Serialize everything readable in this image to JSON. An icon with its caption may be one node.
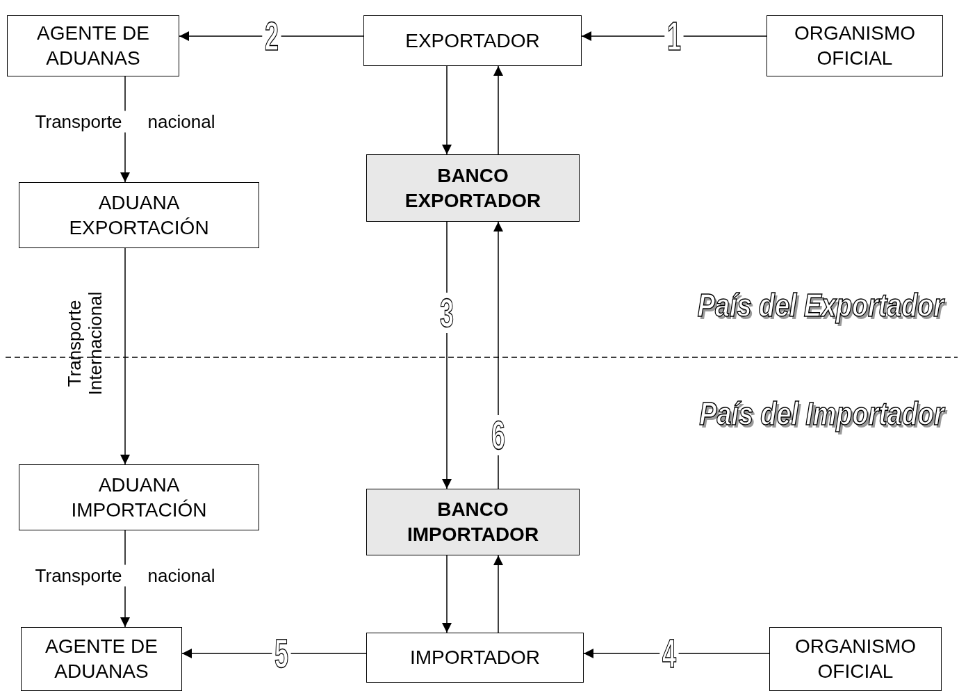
{
  "diagram": {
    "nodes": [
      {
        "text": [
          "AGENTE DE ADUANAS"
        ]
      },
      {
        "text": [
          "EXPORTADOR"
        ]
      },
      {
        "text": [
          "ORGANISMO OFICIAL"
        ]
      },
      {
        "text": [
          "ADUANA EXPORTACIÓN"
        ]
      },
      {
        "text": [
          "BANCO EXPORTADOR"
        ]
      },
      {
        "text": [
          "ADUANA IMPORTACIÓN"
        ]
      },
      {
        "text": [
          "BANCO IMPORTADOR"
        ]
      },
      {
        "text": [
          "AGENTE DE ADUANAS"
        ]
      },
      {
        "text": [
          "IMPORTADOR"
        ]
      },
      {
        "text": [
          "ORGANISMO OFICIAL"
        ]
      }
    ],
    "edges": [
      {
        "from": 2,
        "to": 1,
        "arrow": "to",
        "label": "1"
      },
      {
        "from": 1,
        "to": 0,
        "arrow": "to",
        "label": "2"
      },
      {
        "from": 0,
        "to": 3,
        "arrow": "to",
        "label": "Transporte nacional"
      },
      {
        "from": 1,
        "to": 4,
        "arrow": "to"
      },
      {
        "from": 4,
        "to": 1,
        "arrow": "to"
      },
      {
        "from": 3,
        "to": 5,
        "arrow": "to",
        "label": "Transporte Internacional"
      },
      {
        "from": 4,
        "to": 6,
        "arrow": "to",
        "label": "3"
      },
      {
        "from": 6,
        "to": 4,
        "arrow": "to",
        "label": "6"
      },
      {
        "from": 6,
        "to": 8,
        "arrow": "to"
      },
      {
        "from": 8,
        "to": 6,
        "arrow": "to"
      },
      {
        "from": 5,
        "to": 7,
        "arrow": "to",
        "label": "Transporte nacional"
      },
      {
        "from": 9,
        "to": 8,
        "arrow": "to",
        "label": "4"
      },
      {
        "from": 8,
        "to": 7,
        "arrow": "to",
        "label": "5"
      }
    ],
    "labels": [
      "País del Exportador",
      "País del Importador"
    ]
  }
}
